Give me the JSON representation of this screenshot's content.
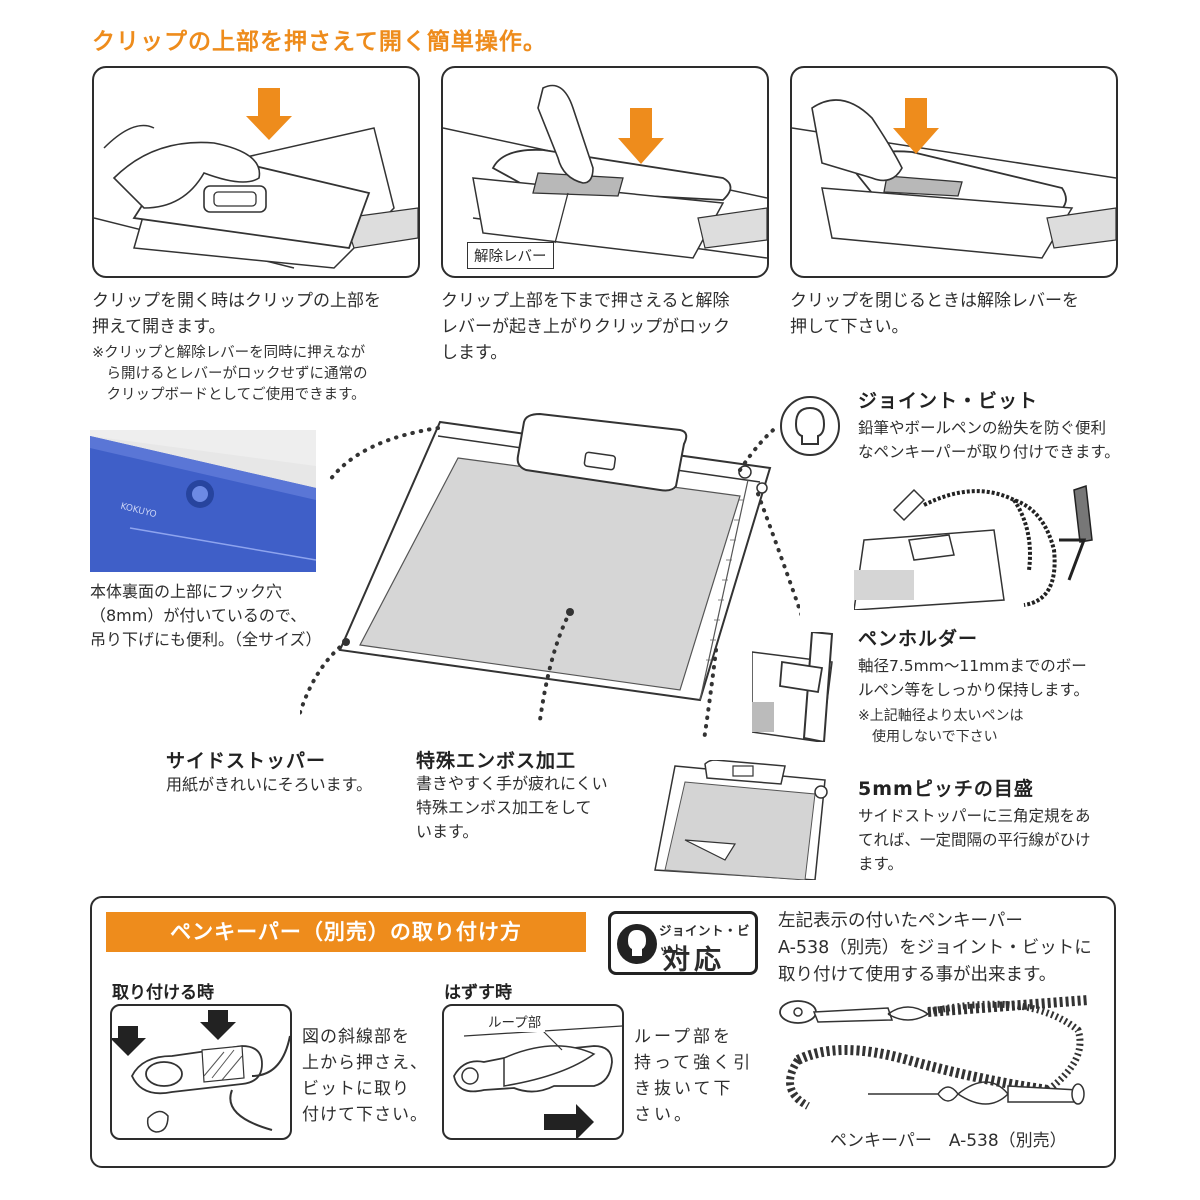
{
  "colors": {
    "accent": "#ee8c1c",
    "outline": "#2d2d2d",
    "panel_blue": "#3f5fc8"
  },
  "title": "クリップの上部を押さえて開く簡単操作。",
  "steps": [
    {
      "text": "クリップを開く時はクリップの上部を\n押えて開きます。",
      "note": "※クリップと解除レバーを同時に押えなが\n　ら開けるとレバーがロックせずに通常の\n　クリップボードとしてご使用できます。"
    },
    {
      "text": "クリップ上部を下まで押さえると解除\nレバーが起き上がりクリップがロック\nします。",
      "callout": "解除レバー"
    },
    {
      "text": "クリップを閉じるときは解除レバーを\n押して下さい。"
    }
  ],
  "back_photo": {
    "caption": "本体裏面の上部にフック穴\n（8mm）が付いているので、\n吊り下げにも便利。（全サイズ）",
    "print": "KOKUYO"
  },
  "features": {
    "side_stopper": {
      "title": "サイドストッパー",
      "text": "用紙がきれいにそろいます。"
    },
    "emboss": {
      "title": "特殊エンボス加工",
      "text": "書きやすく手が疲れにくい\n特殊エンボス加工をして\nいます。"
    },
    "joint_bit": {
      "title": "ジョイント・ビット",
      "text": "鉛筆やボールペンの紛失を防ぐ便利\nなペンキーパーが取り付けできます。"
    },
    "pen_holder": {
      "title": "ペンホルダー",
      "text": "軸径7.5mm〜11mmまでのボー\nルペン等をしっかり保持します。",
      "note": "※上記軸径より太いペンは\n　使用しないで下さい"
    },
    "scale": {
      "title": "5mmピッチの目盛",
      "text": "サイドストッパーに三角定規をあ\nてれば、一定間隔の平行線がひけ\nます。"
    }
  },
  "bottom": {
    "banner": "ペンキーパー（別売）の取り付け方",
    "badge_title": "ジョイント・ビット",
    "badge_main": "対応",
    "desc": "左記表示の付いたペンキーパー\nA-538（別売）をジョイント・ビットに\n取り付けて使用する事が出来ます。",
    "attach": {
      "title": "取り付ける時",
      "text": "図の斜線部を\n上から押さえ、\nビットに取り\n付けて下さい。"
    },
    "detach": {
      "title": "はずす時",
      "loop_label": "ループ部",
      "text": "ループ部を\n持って強く引\nき抜いて下\nさい。"
    },
    "keeper_caption": "ペンキーパー　A-538（別売）"
  }
}
